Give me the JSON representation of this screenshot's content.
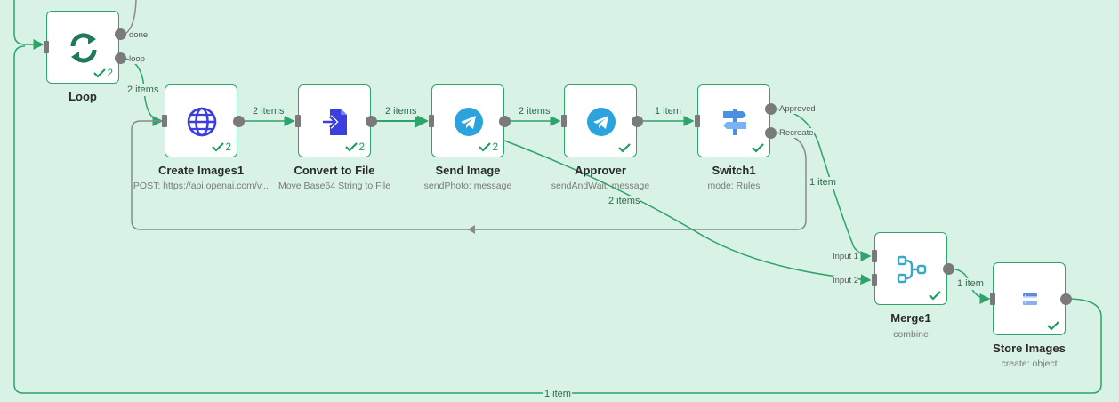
{
  "nodes": {
    "loop": {
      "title": "Loop",
      "count": "2",
      "outputs": [
        "done",
        "loop"
      ]
    },
    "create_images": {
      "title": "Create Images1",
      "subtitle": "POST: https://api.openai.com/v...",
      "count": "2"
    },
    "convert_to_file": {
      "title": "Convert to File",
      "subtitle": "Move Base64 String to File",
      "count": "2"
    },
    "send_image": {
      "title": "Send Image",
      "subtitle": "sendPhoto: message",
      "count": "2"
    },
    "approver": {
      "title": "Approver",
      "subtitle": "sendAndWait: message"
    },
    "switch1": {
      "title": "Switch1",
      "subtitle": "mode: Rules",
      "outputs": [
        "Approved",
        "Recreate"
      ]
    },
    "merge1": {
      "title": "Merge1",
      "subtitle": "combine",
      "inputs": [
        "Input 1",
        "Input 2"
      ]
    },
    "store_images": {
      "title": "Store Images",
      "subtitle": "create: object"
    }
  },
  "edges": {
    "loop_to_create": "2 items",
    "create_to_convert": "2 items",
    "convert_to_send": "2 items",
    "send_to_approver": "2 items",
    "approver_to_switch": "1 item",
    "send_to_merge": "2 items",
    "switch_to_merge": "1 item",
    "merge_to_store": "1 item",
    "store_to_loop": "1 item"
  },
  "colors": {
    "canvas": "#d8f2e5",
    "edge_green": "#2ea36a",
    "edge_gray": "#8a8a8a",
    "loop_icon": "#1e7a57",
    "http_icon": "#3b3fe0",
    "convert_icon": "#3b3fe0",
    "telegram_icon": "#2aa3df",
    "switch_icon": "#4a90e2",
    "merge_icon": "#38a8c8",
    "storage_icon": "#5a8de0",
    "success": "#1f9d5c"
  },
  "icons": {
    "loop": "refresh-icon",
    "create_images": "globe-icon",
    "convert_to_file": "file-import-icon",
    "send_image": "telegram-icon",
    "approver": "telegram-icon",
    "switch1": "signpost-icon",
    "merge1": "merge-icon",
    "store_images": "storage-icon"
  }
}
